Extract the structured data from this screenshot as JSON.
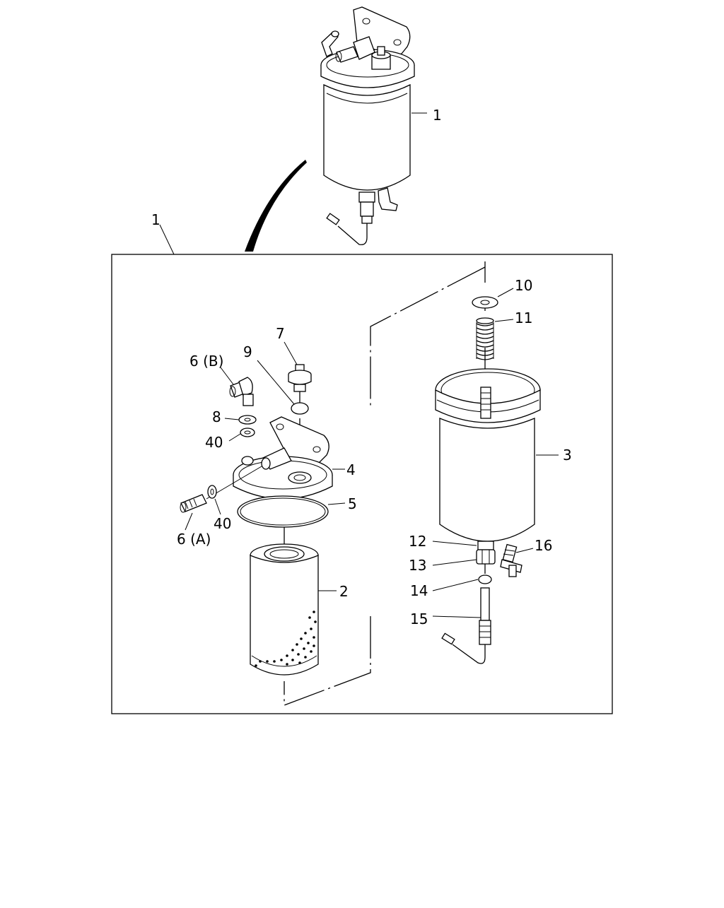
{
  "labels": {
    "assembly_top": "1",
    "assembly_frame": "1",
    "p2": "2",
    "p3": "3",
    "p4": "4",
    "p5": "5",
    "p6a": "6 (A)",
    "p6b": "6 (B)",
    "p7": "7",
    "p8": "8",
    "p9": "9",
    "p10": "10",
    "p11": "11",
    "p12": "12",
    "p13": "13",
    "p14": "14",
    "p15": "15",
    "p16": "16",
    "p40a": "40",
    "p40b": "40"
  }
}
